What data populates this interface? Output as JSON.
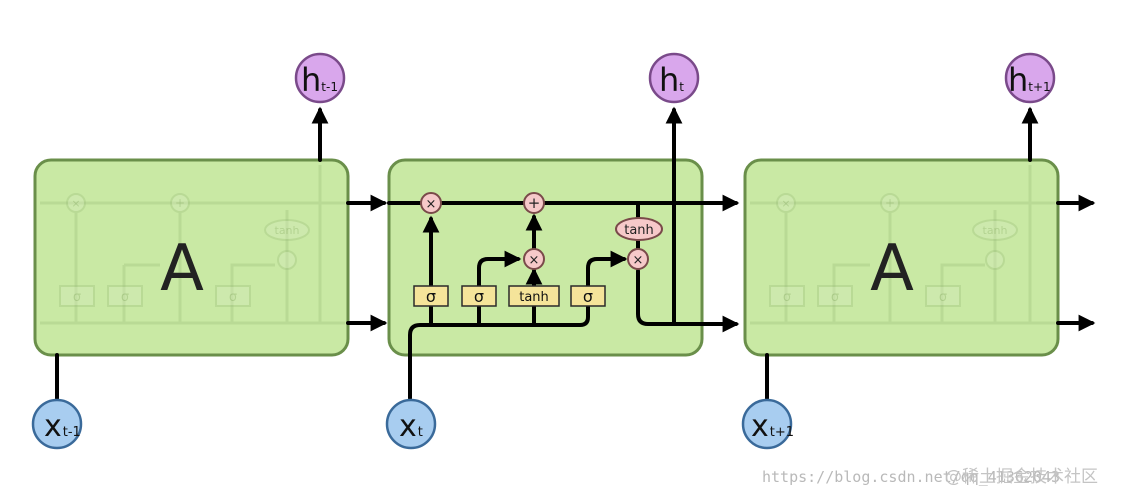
{
  "diagram": {
    "cells": [
      {
        "label": "A",
        "input": "x",
        "input_sub": "t-1",
        "output": "h",
        "output_sub": "t-1"
      },
      {
        "label": "",
        "input": "x",
        "input_sub": "t",
        "output": "h",
        "output_sub": "t"
      },
      {
        "label": "A",
        "input": "x",
        "input_sub": "t+1",
        "output": "h",
        "output_sub": "t+1"
      }
    ],
    "gates": {
      "sigma_forget": "σ",
      "sigma_input": "σ",
      "tanh_candidate": "tanh",
      "sigma_output": "σ",
      "tanh_output": "tanh",
      "multiply": "×",
      "add": "+"
    },
    "faded_gates": {
      "sigma1": "σ",
      "sigma2": "σ",
      "sigma3": "σ",
      "tanh": "tanh",
      "multiply": "×",
      "add": "+"
    },
    "colors": {
      "cell_fill": "#c9e9a4",
      "cell_stroke": "#6a8f4a",
      "gate_fill": "#f5e49a",
      "gate_stroke": "#2a2a2a",
      "op_fill": "#f6c9c9",
      "op_stroke": "#7a4a4a",
      "input_fill": "#a8cdf0",
      "input_stroke": "#3a6a9a",
      "output_fill": "#d9a7ec",
      "output_stroke": "#7a4a8a",
      "line": "#000000"
    }
  },
  "watermark": {
    "url": "https://blog.csdn.net/qq_41362043",
    "site": "@稀土掘金技术社区"
  }
}
